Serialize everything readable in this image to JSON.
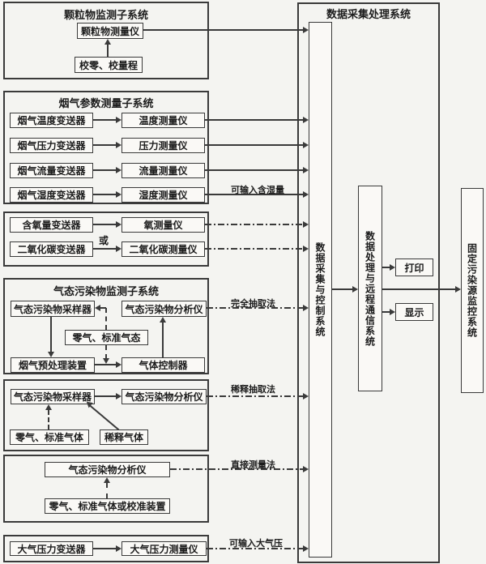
{
  "palette": {
    "background": "#f4f4f1",
    "ink": "#3a3a3a",
    "text": "#1c1c1c"
  },
  "particulate": {
    "title": "颗粒物监测子系统",
    "analyzer": "颗粒物测量仪",
    "calibration": "校零、校量程"
  },
  "flue_params": {
    "title": "烟气参数测量子系统",
    "rows": [
      {
        "transmitter": "烟气温度变送器",
        "meter": "温度测量仪"
      },
      {
        "transmitter": "烟气压力变送器",
        "meter": "压力测量仪"
      },
      {
        "transmitter": "烟气流量变送器",
        "meter": "流量测量仪"
      },
      {
        "transmitter": "烟气湿度变送器",
        "meter": "湿度测量仪"
      }
    ]
  },
  "oxygen_co2": {
    "or_label": "或",
    "rows": [
      {
        "transmitter": "含氧量变送器",
        "meter": "氧测量仪"
      },
      {
        "transmitter": "二氧化碳变送器",
        "meter": "二氧化碳测量仪"
      }
    ]
  },
  "gaseous_full_extraction": {
    "title": "气态污染物监测子系统",
    "sampler": "气态污染物采样器",
    "analyzer": "气态污染物分析仪",
    "zero_standard_gas": "零气、标准气态",
    "pretreatment": "烟气预处理装置",
    "gas_controller": "气体控制器"
  },
  "gaseous_dilution": {
    "sampler": "气态污染物采样器",
    "analyzer": "气态污染物分析仪",
    "zero_standard_gas": "零气、标准气体",
    "dilution_gas": "稀释气体"
  },
  "gaseous_direct": {
    "analyzer": "气态污染物分析仪",
    "zero_standard_gas_or_cal": "零气、标准气体或校准装置"
  },
  "atm_pressure": {
    "transmitter": "大气压力变送器",
    "meter": "大气压力测量仪"
  },
  "line_labels": {
    "humidity_input": "可输入含湿量",
    "full_extraction": "完全抽取法",
    "dilution_extraction": "稀释抽取法",
    "direct_measurement": "直接测量法",
    "atm_pressure_input": "可输入大气压"
  },
  "right_panel": {
    "title": "数据采集处理系统",
    "daq_control_system": "数据采集与控制系统",
    "processing_comm_system": "数据处理与远程通信系统",
    "print_label": "打印",
    "display_label": "显示",
    "pollution_source_monitoring_system": "固定污染源监控系统"
  }
}
